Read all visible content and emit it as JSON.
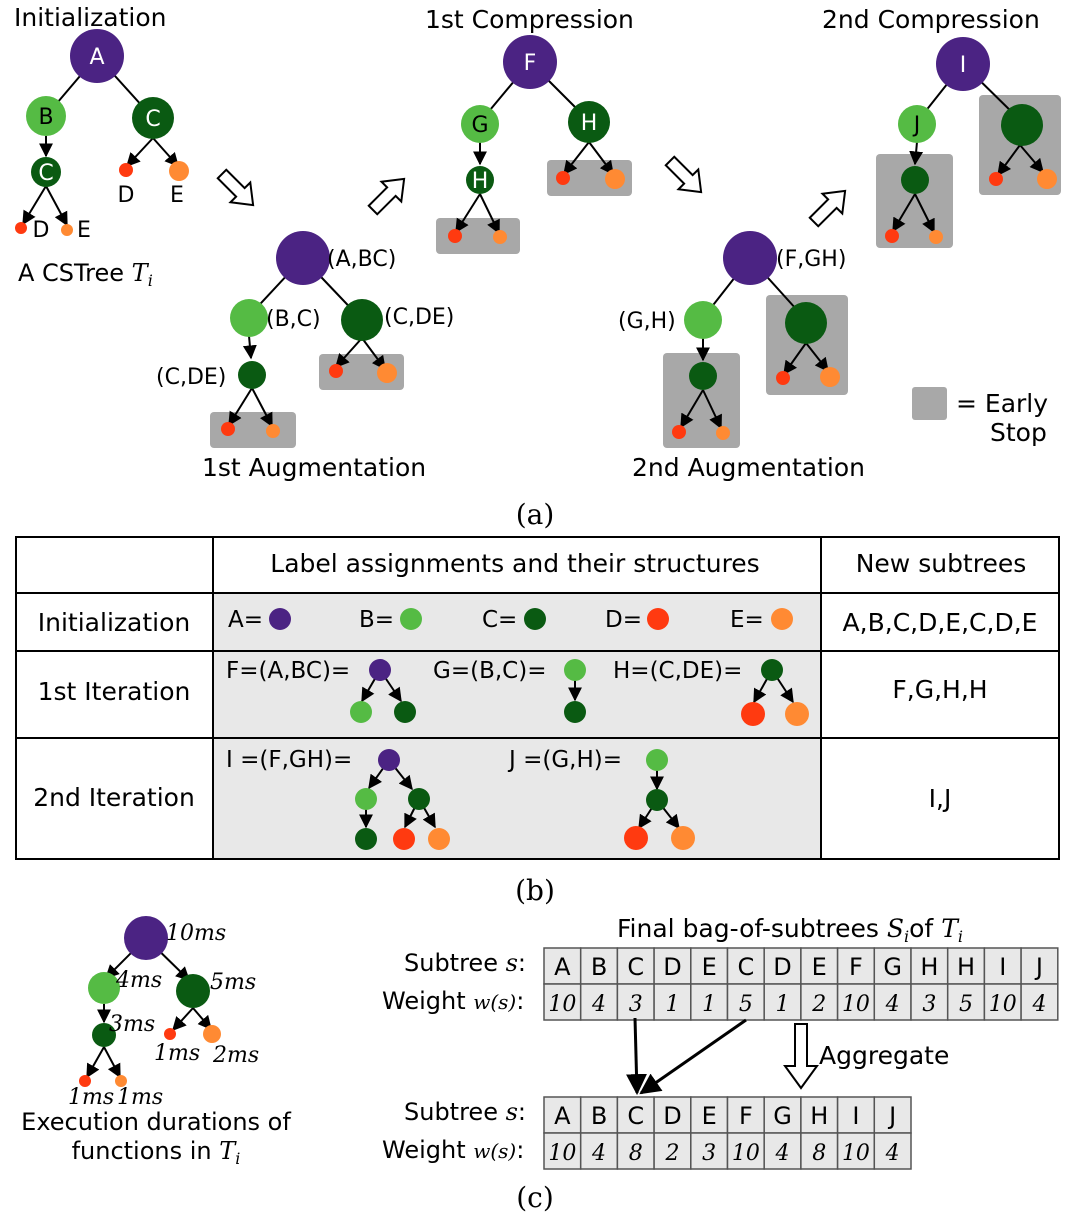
{
  "colors": {
    "purple": "#4b2383",
    "lightgreen": "#55bb44",
    "darkgreen": "#0a5a12",
    "red": "#ff3a10",
    "orange": "#ff8a33",
    "gray": "#a8a8a8",
    "rowshade": "#e8e8e8"
  },
  "panel_a": {
    "init_title": "Initialization",
    "comp1_title": "1st Compression",
    "comp2_title": "2nd Compression",
    "aug1_title": "1st Augmentation",
    "aug2_title": "2nd Augmentation",
    "cstree_label": "A CSTree ",
    "cstree_T": "T",
    "cstree_sub": "i",
    "legend": "= Early",
    "legend2": "Stop",
    "caption": "(a)",
    "init": {
      "A": "A",
      "B": "B",
      "C1": "C",
      "C2": "C",
      "D1": "D",
      "E1": "E",
      "D2": "D",
      "E2": "E"
    },
    "comp1": {
      "F": "F",
      "G": "G",
      "H1": "H",
      "H2": "H"
    },
    "comp2": {
      "I": "I",
      "J": "J"
    },
    "aug1": {
      "root": "(A,BC)",
      "l": "(B,C)",
      "r": "(C,DE)",
      "ll": "(C,DE)"
    },
    "aug2": {
      "root": "(F,GH)",
      "l": "(G,H)"
    }
  },
  "panel_b": {
    "caption": "(b)",
    "header": {
      "labels": "Label assignments and their structures",
      "subtrees": "New subtrees"
    },
    "rows": {
      "init": {
        "name": "Initialization",
        "A": "A=",
        "B": "B=",
        "C": "C=",
        "D": "D=",
        "E": "E=",
        "subtrees": "A,B,C,D,E,C,D,E"
      },
      "it1": {
        "name": "1st Iteration",
        "F": "F=(A,BC)=",
        "G": "G=(B,C)=",
        "H": "H=(C,DE)=",
        "subtrees": "F,G,H,H"
      },
      "it2": {
        "name": "2nd Iteration",
        "I": "I =(F,GH)=",
        "J": "J =(G,H)=",
        "subtrees": "I,J"
      }
    }
  },
  "panel_c": {
    "caption": "(c)",
    "tree": {
      "root": "10ms",
      "l": "4ms",
      "r": "5ms",
      "ll": "3ms",
      "rl": "1ms",
      "rr": "2ms",
      "lll": "1ms",
      "llr": "1ms"
    },
    "exec_label1": "Execution durations of",
    "exec_label2": "functions in ",
    "exec_T": "T",
    "exec_sub": "i",
    "bag_title": "Final bag-of-subtrees ",
    "bag_S": "S",
    "bag_S_sub": "i",
    "bag_of": "of ",
    "bag_T": "T",
    "bag_T_sub": "i",
    "subtree_label": "Subtree ",
    "subtree_s": "s",
    "weight_label": "Weight ",
    "weight_ws": "w(s)",
    "colon": ":",
    "aggregate": "Aggregate",
    "bag_subtrees": [
      "A",
      "B",
      "C",
      "D",
      "E",
      "C",
      "D",
      "E",
      "F",
      "G",
      "H",
      "H",
      "I",
      "J"
    ],
    "bag_weights": [
      "10",
      "4",
      "3",
      "1",
      "1",
      "5",
      "1",
      "2",
      "10",
      "4",
      "3",
      "5",
      "10",
      "4"
    ],
    "agg_subtrees": [
      "A",
      "B",
      "C",
      "D",
      "E",
      "F",
      "G",
      "H",
      "I",
      "J"
    ],
    "agg_weights": [
      "10",
      "4",
      "8",
      "2",
      "3",
      "10",
      "4",
      "8",
      "10",
      "4"
    ]
  }
}
